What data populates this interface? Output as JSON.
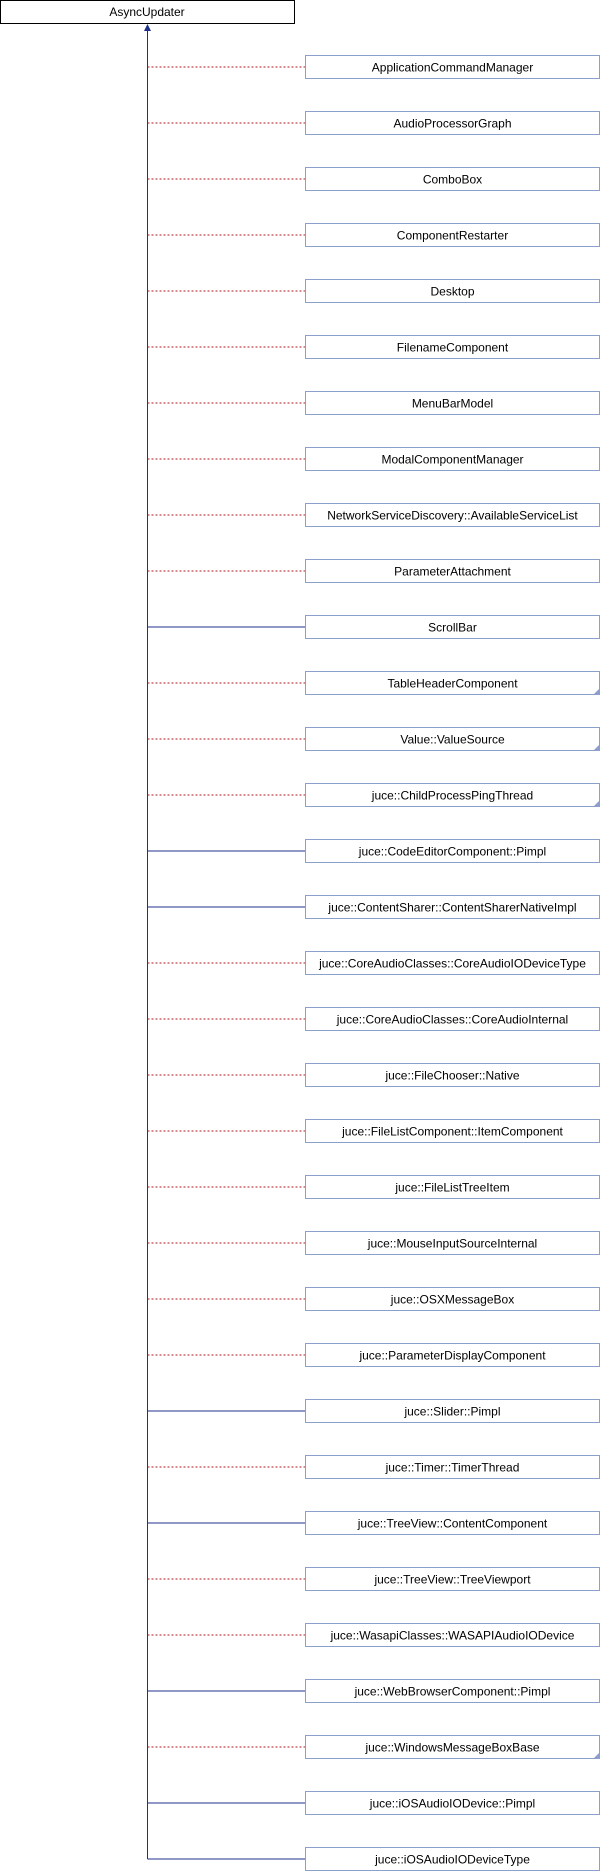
{
  "root": {
    "label": "AsyncUpdater"
  },
  "children": [
    {
      "label": "ApplicationCommandManager",
      "relation": "private",
      "truncated": false
    },
    {
      "label": "AudioProcessorGraph",
      "relation": "private",
      "truncated": false
    },
    {
      "label": "ComboBox",
      "relation": "private",
      "truncated": false
    },
    {
      "label": "ComponentRestarter",
      "relation": "private",
      "truncated": false
    },
    {
      "label": "Desktop",
      "relation": "private",
      "truncated": false
    },
    {
      "label": "FilenameComponent",
      "relation": "private",
      "truncated": false
    },
    {
      "label": "MenuBarModel",
      "relation": "private",
      "truncated": false
    },
    {
      "label": "ModalComponentManager",
      "relation": "private",
      "truncated": false
    },
    {
      "label": "NetworkServiceDiscovery::AvailableServiceList",
      "relation": "private",
      "truncated": false
    },
    {
      "label": "ParameterAttachment",
      "relation": "private",
      "truncated": false
    },
    {
      "label": "ScrollBar",
      "relation": "public",
      "truncated": false
    },
    {
      "label": "TableHeaderComponent",
      "relation": "private",
      "truncated": true
    },
    {
      "label": "Value::ValueSource",
      "relation": "private",
      "truncated": true
    },
    {
      "label": "juce::ChildProcessPingThread",
      "relation": "private",
      "truncated": true
    },
    {
      "label": "juce::CodeEditorComponent::Pimpl",
      "relation": "public",
      "truncated": false
    },
    {
      "label": "juce::ContentSharer::ContentSharerNativeImpl",
      "relation": "public",
      "truncated": false
    },
    {
      "label": "juce::CoreAudioClasses::CoreAudioIODeviceType",
      "relation": "private",
      "truncated": false
    },
    {
      "label": "juce::CoreAudioClasses::CoreAudioInternal",
      "relation": "private",
      "truncated": false
    },
    {
      "label": "juce::FileChooser::Native",
      "relation": "private",
      "truncated": false
    },
    {
      "label": "juce::FileListComponent::ItemComponent",
      "relation": "private",
      "truncated": false
    },
    {
      "label": "juce::FileListTreeItem",
      "relation": "private",
      "truncated": false
    },
    {
      "label": "juce::MouseInputSourceInternal",
      "relation": "private",
      "truncated": false
    },
    {
      "label": "juce::OSXMessageBox",
      "relation": "private",
      "truncated": false
    },
    {
      "label": "juce::ParameterDisplayComponent",
      "relation": "private",
      "truncated": false
    },
    {
      "label": "juce::Slider::Pimpl",
      "relation": "public",
      "truncated": false
    },
    {
      "label": "juce::Timer::TimerThread",
      "relation": "private",
      "truncated": false
    },
    {
      "label": "juce::TreeView::ContentComponent",
      "relation": "public",
      "truncated": false
    },
    {
      "label": "juce::TreeView::TreeViewport",
      "relation": "private",
      "truncated": false
    },
    {
      "label": "juce::WasapiClasses::WASAPIAudioIODevice",
      "relation": "private",
      "truncated": false
    },
    {
      "label": "juce::WebBrowserComponent::Pimpl",
      "relation": "public",
      "truncated": false
    },
    {
      "label": "juce::WindowsMessageBoxBase",
      "relation": "private",
      "truncated": true
    },
    {
      "label": "juce::iOSAudioIODevice::Pimpl",
      "relation": "public",
      "truncated": false
    },
    {
      "label": "juce::iOSAudioIODeviceType",
      "relation": "public",
      "truncated": false
    }
  ],
  "colors": {
    "public_edge": "#1f2f8a",
    "private_edge": "#b3171b",
    "node_border": "#8a9fca",
    "root_border": "#000000"
  }
}
